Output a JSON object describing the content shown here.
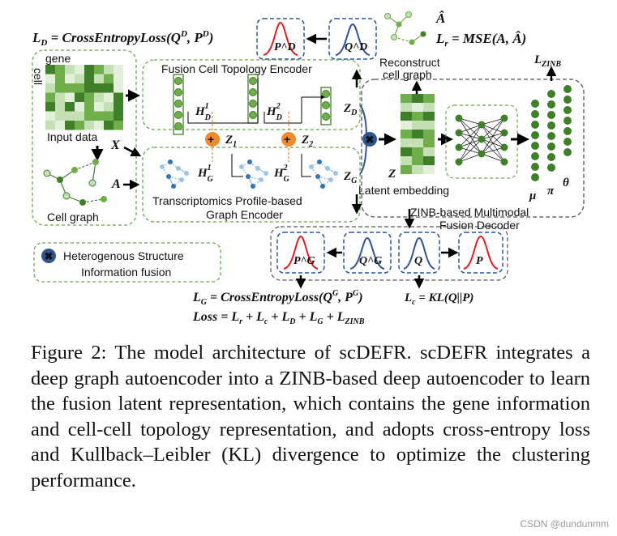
{
  "labels": {
    "ld_loss": "L_D = CrossEntropyLoss(Q^D, P^D)",
    "pd": "P^D",
    "qd": "Q^D",
    "a_hat": "Â",
    "lr_loss": "L_r = MSE(A, Â)",
    "gene": "gene",
    "cell": "cell",
    "input_data": "Input data",
    "x": "X",
    "a": "A",
    "cell_graph": "Cell graph",
    "fusion_encoder": "Fusion Cell Topology Encoder",
    "hd1": "H_D^1",
    "hd2": "H_D^2",
    "zd": "Z_D",
    "z1": "Z_1",
    "z2": "Z_2",
    "hg1": "H_G^1",
    "hg2": "H_G^2",
    "zg": "Z_G",
    "graph_encoder_line1": "Transcriptomics  Profile-based",
    "graph_encoder_line2": "Graph Encoder",
    "reconstruct_line1": "Reconstruct",
    "reconstruct_line2": "cell graph",
    "lzinb": "L_ZINB",
    "z": "Z",
    "latent": "Latent embedding",
    "mu": "μ",
    "pi": "π",
    "theta": "θ",
    "decoder_line1": "ZINB-based Multimodal",
    "decoder_line2": "Fusion Decoder",
    "legend_line1": "Heterogenous Structure",
    "legend_line2": "Information fusion",
    "pg": "P^G",
    "qg": "Q^G",
    "q": "Q",
    "p": "P",
    "lg_loss": "L_G = CrossEntropyLoss(Q^G, P^G)",
    "lc_loss": "L_c = KL(Q||P)",
    "total_loss": "Loss = L_r + L_c + L_D + L_G + L_ZINB"
  },
  "caption": "Figure 2: The model architecture of scDEFR. scDEFR integrates a deep graph autoencoder into a ZINB-based deep autoencoder to learn the fusion latent representation, which contains the gene information and cell-cell topology representation, and adopts cross-entropy loss and Kullback–Leibler (KL) divergence to optimize the clustering performance.",
  "watermark": "CSDN @dundunmm",
  "colors": {
    "green_dark": "#3f7f2a",
    "green_mid": "#6fae4a",
    "green_light": "#c5e0b4",
    "blue": "#2f5597",
    "red": "#e02020",
    "orange": "#f08a2a",
    "dashed_green": "#6aa84f"
  }
}
